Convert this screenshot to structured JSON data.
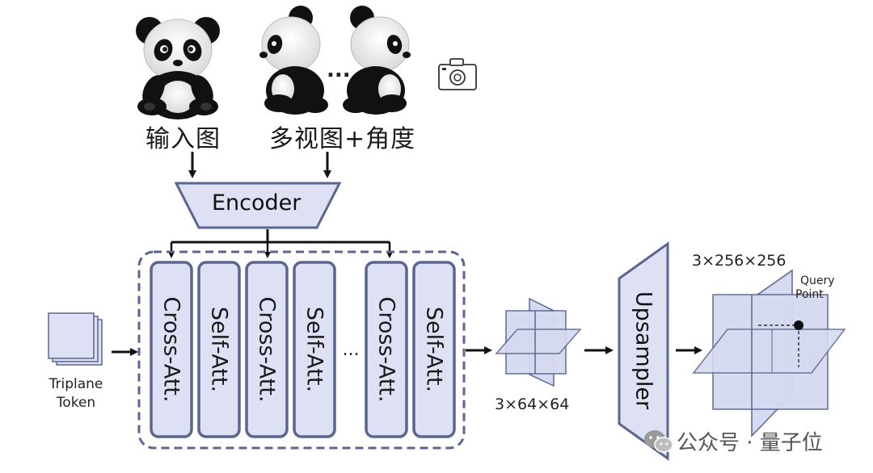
{
  "inputs": {
    "input_image_label": "输入图",
    "multiview_label": "多视图+角度",
    "ellipsis": "..."
  },
  "encoder": {
    "label": "Encoder"
  },
  "transformer": {
    "blocks": [
      "Cross-Att.",
      "Self-Att.",
      "Cross-Att.",
      "Self-Att.",
      "Cross-Att.",
      "Self-Att."
    ],
    "ellipsis": "..."
  },
  "triplane_token": {
    "line1": "Triplane",
    "line2": "Token"
  },
  "small_triplane": {
    "dims": "3×64×64"
  },
  "upsampler": {
    "label": "Upsampler"
  },
  "large_triplane": {
    "dims": "3×256×256",
    "query_line1": "Query",
    "query_line2": "Point"
  },
  "watermark": {
    "text": "公众号 · 量子位"
  },
  "colors": {
    "block_fill": "#dde1f3",
    "block_stroke": "#5a6690",
    "plane_fill": "#d5daf0",
    "arrow": "#111111"
  }
}
